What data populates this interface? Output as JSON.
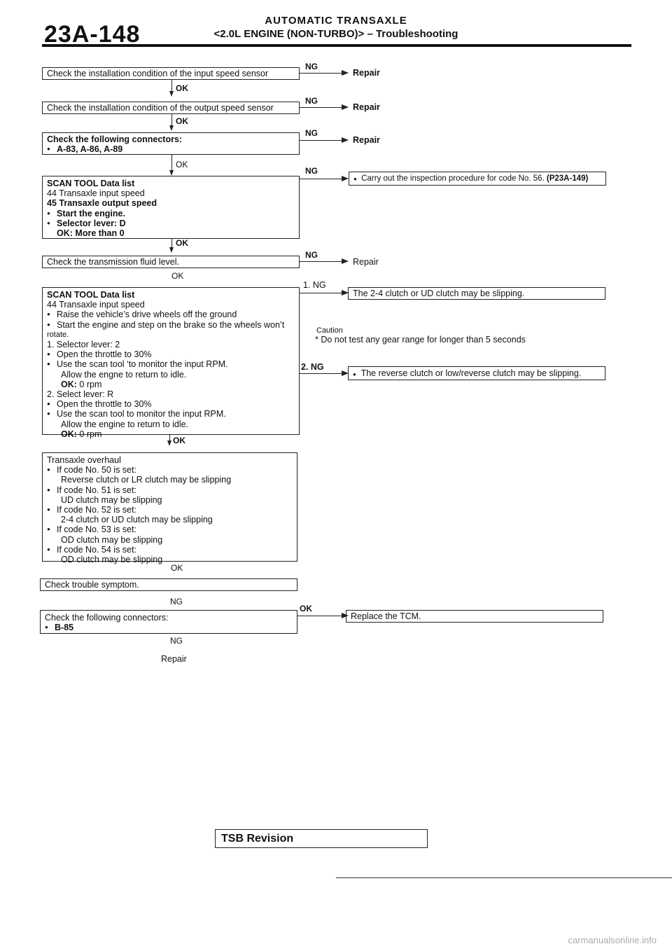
{
  "header": {
    "page_number": "23A-148",
    "title": "AUTOMATIC TRANSAXLE",
    "subtitle": "<2.0L ENGINE (NON-TURBO)> – Troubleshooting"
  },
  "flow": {
    "step1": {
      "text": "Check the installation condition of the input speed sensor",
      "ng": "NG",
      "result": "Repair",
      "ok": "OK"
    },
    "step2": {
      "text": "Check the installation condition of the output speed sensor",
      "ng": "NG",
      "result": "Repair",
      "ok": "OK"
    },
    "step3": {
      "title": "Check the following connectors:",
      "items": "A-83, A-86, A-89",
      "ng": "NG",
      "result": "Repair",
      "ok": "OK"
    },
    "step4": {
      "title": "SCAN TOOL Data list",
      "line1": "44 Transaxle input speed",
      "line2": "45 Transaxle output speed",
      "bullet1": "Start the engine.",
      "bullet2": "Selector lever: D",
      "ok_label": "OK:",
      "ok_value": "More than 0",
      "ng": "NG",
      "result": "Carry out the inspection procedure for code No. 56.",
      "result_ref": "(P23A-149)",
      "ok": "OK"
    },
    "step5": {
      "text": "Check the transmission fluid level.",
      "ng": "NG",
      "result": "Repair",
      "ok": "OK"
    },
    "step6": {
      "title": "SCAN TOOL Data list",
      "line1": "44 Transaxle input speed",
      "bullet1": "Raise the vehicle’s drive wheels off the ground",
      "bullet2": "Start the engine and step on the brake so the wheels won’t",
      "bullet2b": "rotate.",
      "sel1": "1. Selector lever: 2",
      "b3": "Open the throttle to 30%",
      "b4": "Use the scan tool ‘to monitor the input RPM.",
      "b4b": "Allow the engne to return to idle.",
      "ok1_label": "OK:",
      "ok1_value": "0 rpm",
      "sel2": "2. Select lever: R",
      "b5": "Open the throttle to 30%",
      "b6": "Use the scan tool to monitor the input RPM.",
      "b6b": "Allow the engine to return to idle.",
      "ok2_label": "OK:",
      "ok2_value": "0 rpm",
      "ng1": "1. NG",
      "result1": "The 2-4 clutch or UD clutch may be slipping.",
      "caution_title": "Caution",
      "caution_text": "Do not test any gear range for longer than 5 seconds",
      "ng2": "2. NG",
      "result2": "The reverse clutch or low/reverse clutch may be slipping.",
      "ok": "OK"
    },
    "step7": {
      "title": "Transaxle overhaul",
      "c50": "If code No. 50 is set:",
      "c50d": "Reverse clutch or LR clutch may be slipping",
      "c51": "If code No. 51 is set:",
      "c51d": "UD clutch may be slipping",
      "c52": "If code No. 52 is set:",
      "c52d": "2-4 clutch or UD clutch may be slipping",
      "c53": "If code No. 53 is set:",
      "c53d": "OD clutch may be slipping",
      "c54": "If code No. 54 is set:",
      "c54d": "OD clutch may be slipping",
      "ok": "OK"
    },
    "step8": {
      "text": "Check trouble symptom.",
      "ng": "NG"
    },
    "step9": {
      "title": "Check the following connectors:",
      "item": "B-85",
      "ok": "OK",
      "result": "Replace the TCM.",
      "ng": "NG",
      "final": "Repair"
    }
  },
  "footer": {
    "tsb": "TSB Revision",
    "watermark": "carmanualsonline.info"
  }
}
